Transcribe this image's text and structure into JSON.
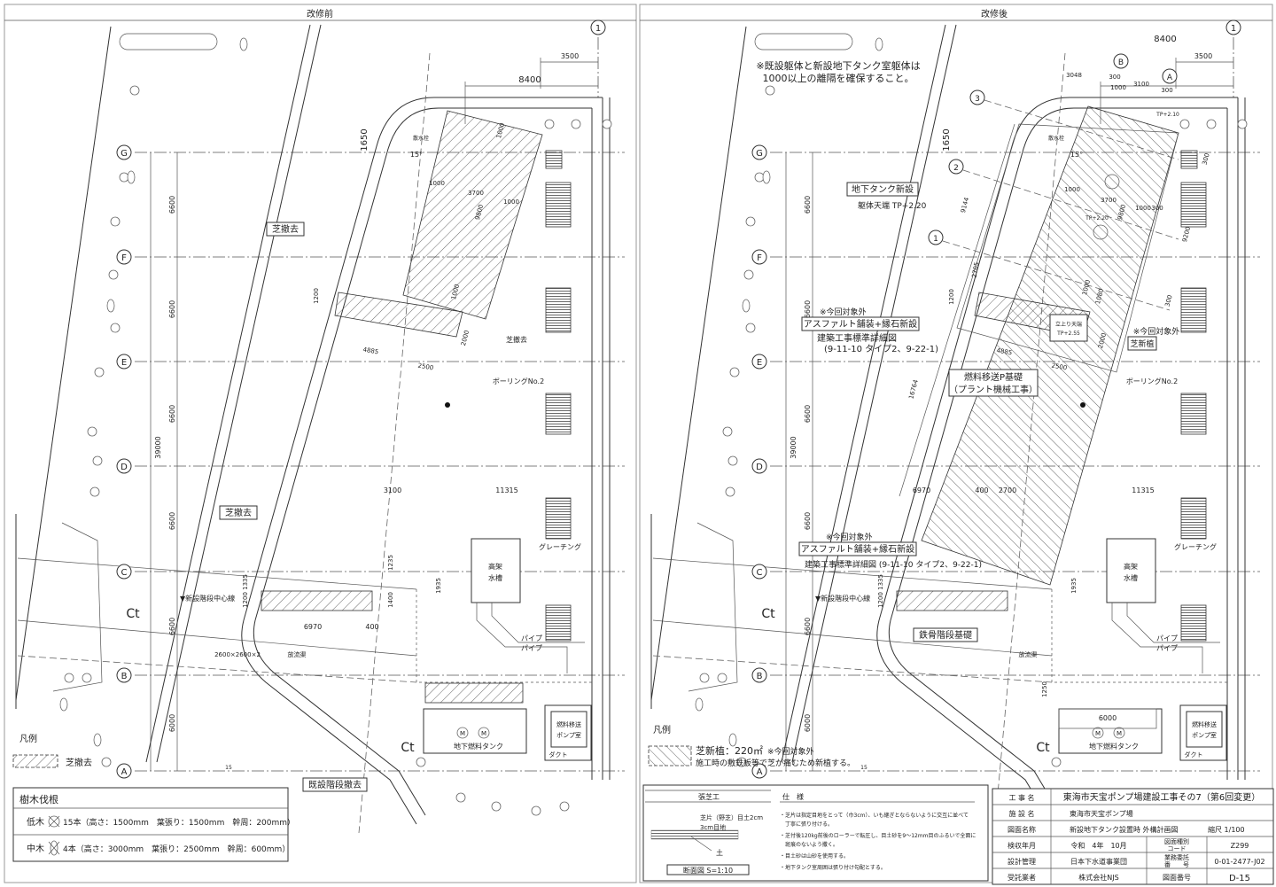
{
  "before": {
    "title": "改修前",
    "grid": {
      "G": "G",
      "F": "F",
      "E": "E",
      "D": "D",
      "C": "C",
      "B": "B",
      "A": "A",
      "col1": "1"
    },
    "dims": {
      "d8400": "8400",
      "d3500": "3500",
      "d1650": "1650",
      "angle": "15°",
      "d1000a": "1000",
      "d3700": "3700",
      "d9800": "9800",
      "d1000b": "1000",
      "d1000c": "1000",
      "d1000d": "1000",
      "d1200": "1200",
      "d4885": "4885",
      "d2500": "2500",
      "d2000": "2000",
      "v6600a": "6600",
      "v6600b": "6600",
      "v6600c": "6600",
      "v39000": "39000",
      "v6600d": "6600",
      "v6600e": "6600",
      "v6000": "6000",
      "d3100": "3100",
      "d11315": "11315",
      "d1235": "1235",
      "d1935": "1935",
      "d1400": "1400",
      "d1200_1335": "1200 1335",
      "d6970": "6970",
      "d400": "400"
    },
    "labels": {
      "sprinkler": "散水栓",
      "turf_remove_1": "芝撤去",
      "turf_remove_2": "芝撤去",
      "turf_remove_3": "芝撤去",
      "boring": "ボーリングNo.2",
      "grating": "グレーチング",
      "water_tank_1": "高架",
      "water_tank_2": "水槽",
      "pipe_1": "パイプ",
      "pipe_2": "パイプ",
      "stair_center": "▼新設階段中心線",
      "ct_1": "Ct",
      "ct_2": "Ct",
      "culvert_size": "2600×2600×2",
      "culvert": "放流渠",
      "fuel_tank": "地下燃料タンク",
      "motor_1": "M",
      "motor_2": "M",
      "pump_room_1": "燃料移送",
      "pump_room_2": "ポンプ室",
      "duct": "ダクト",
      "stair_remove": "既設階段撤去",
      "t15": "15"
    },
    "legend": {
      "title": "凡例",
      "turf_remove": "芝撤去"
    },
    "tree_table": {
      "title": "樹木伐根",
      "rows": [
        {
          "type": "低木",
          "text": "15本（高さ：1500mm　葉張り：1500mm　幹周：200mm）"
        },
        {
          "type": "中木",
          "text": "4本（高さ：3000mm　葉張り：2500mm　幹周：600mm）"
        }
      ]
    }
  },
  "after": {
    "title": "改修後",
    "note_1": "※既設躯体と新設地下タンク室躯体は",
    "note_2": "1000以上の離隔を確保すること。",
    "grid": {
      "G": "G",
      "F": "F",
      "E": "E",
      "D": "D",
      "C": "C",
      "B": "B",
      "A": "A",
      "col1": "1",
      "colA": "A",
      "colB": "B",
      "c1": "1",
      "c2": "2",
      "c3": "3"
    },
    "dims": {
      "d8400": "8400",
      "d3500": "3500",
      "d3048": "3048",
      "d300a": "300",
      "d3100": "3100",
      "d1000a": "1000",
      "d300b": "300",
      "tp210": "TP+2.10",
      "d1650": "1650",
      "angle": "15°",
      "d1000b": "1000",
      "d3700": "3700",
      "d9800": "9800",
      "d1000c": "1000",
      "d300c": "300",
      "d300d": "300",
      "d9200": "9200",
      "d9144": "9144",
      "tp220": "TP+2.20",
      "d2705": "2705",
      "d1200": "1200",
      "d1000d": "1000",
      "d1080": "1080",
      "d300e": "300",
      "d4885": "4885",
      "d2500": "2500",
      "d2000": "2000",
      "d16764": "16764",
      "v6600a": "6600",
      "v6600b": "6600",
      "v6600c": "6600",
      "v39000": "39000",
      "v6600d": "6600",
      "v6600e": "6600",
      "v6000": "6000",
      "d6970": "6970",
      "d400": "400",
      "d2700": "2700",
      "d11315": "11315",
      "d1935": "1935",
      "d1200_1335": "1200 1335",
      "d1250": "1250",
      "d6000": "6000"
    },
    "labels": {
      "sprinkler": "散水栓",
      "new_tank": "地下タンク新設",
      "slab_top": "躯体天端 TP+2.20",
      "excluded_1": "※今回対象外",
      "asphalt_1": "アスファルト舗装+縁石新設",
      "std_detail_1": "建築工事標準詳細図",
      "std_detail_1b": "(9-11-10 タイプ2、9-22-1)",
      "riser_top_1": "立上り天端",
      "riser_top_2": "TP+2.55",
      "excluded_2": "※今回対象外",
      "new_turf": "芝新植",
      "pump_base_1": "燃料移送P基礎",
      "pump_base_2": "（プラント機械工事）",
      "boring": "ボーリングNo.2",
      "excluded_3": "※今回対象外",
      "asphalt_2": "アスファルト舗装+縁石新設",
      "std_detail_2": "建築工事標準詳細図 (9-11-10 タイプ2、9-22-1)",
      "grating": "グレーチング",
      "water_tank_1": "高架",
      "water_tank_2": "水槽",
      "stair_center": "▼新設階段中心線",
      "ct_1": "Ct",
      "ct_2": "Ct",
      "steel_stair": "鉄骨階段基礎",
      "culvert": "放流渠",
      "pipe_1": "パイプ",
      "pipe_2": "パイプ",
      "fuel_tank": "地下燃料タンク",
      "motor_1": "M",
      "motor_2": "M",
      "pump_room_1": "燃料移送",
      "pump_room_2": "ポンプ室",
      "duct": "ダクト",
      "t15": "15"
    },
    "legend": {
      "title": "凡例",
      "new_turf": "芝新植：220㎡",
      "excluded": "※今回対象外",
      "reason": "施工時の敷鉄板等で芝が痛むため新植する。"
    }
  },
  "spec": {
    "section_title": "張芝工",
    "layer_1": "芝片（野芝）目土2cm",
    "layer_2": "3cm目地",
    "layer_3": "土",
    "section_scale": "断面図 S=1:10",
    "spec_title": "仕　様",
    "items": [
      "・芝片は指定目地をとって（巾3cm）、いも継ぎとならないように交互に並べて",
      "　丁寧に張り付ける。",
      "・芝付後120kg前後のローラーで転圧し、目土砂を9～12mm目のふるいで全面に",
      "　斑痕のないよう撒く。",
      "・目土砂は山砂を使用する。",
      "・地下タンク室周囲は張り付け勾配とする。"
    ]
  },
  "title_block": {
    "project_label": "工 事 名",
    "project": "東海市天宝ポンプ場建設工事その7（第6回変更）",
    "facility_label": "施 設 名",
    "facility": "東海市天宝ポンプ場",
    "drawing_label": "図面名称",
    "drawing": "新設地下タンク設置時 外構計画図",
    "scale": "縮尺 1/100",
    "date_label": "検収年月",
    "date": "令和　4年　10月",
    "type_code_label_1": "図面種別",
    "type_code_label_2": "コード",
    "type_code": "Z299",
    "design_label": "設計管理",
    "design": "日本下水道事業団",
    "contract_label_1": "業務委託",
    "contract_label_2": "番　　号",
    "contract": "0-01-2477-J02",
    "contractor_label": "受託業者",
    "contractor": "株式会社NJS",
    "number_label": "図面番号",
    "number": "D-15"
  }
}
